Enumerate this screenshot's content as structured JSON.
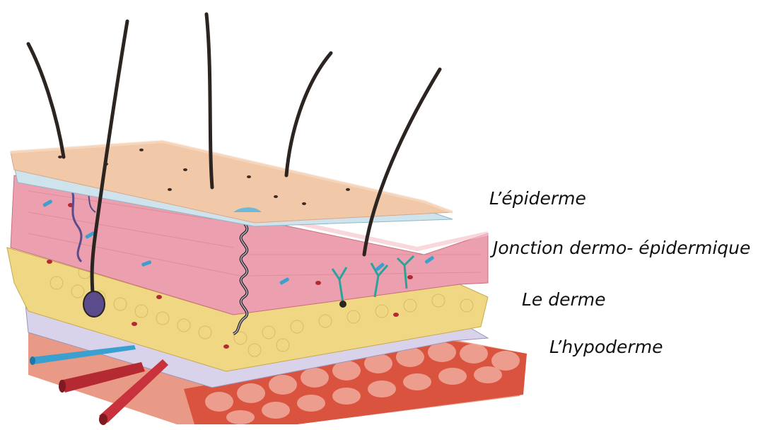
{
  "labels": {
    "epiderme": "L’épiderme",
    "jonction": "Jonction dermo- épidermique",
    "derme": "Le derme",
    "hypoderme": "L’hypoderme"
  },
  "colors": {
    "epidermis": "#f2c9a8",
    "junction": "#cfe3ec",
    "dermis": "#ec9fae",
    "hypodermis": "#efd784",
    "fascia": "#d8d2ea",
    "muscle": "#d9533f",
    "hair": "#2b2420",
    "vein": "#3aa0d0",
    "artery": "#b52a32"
  }
}
